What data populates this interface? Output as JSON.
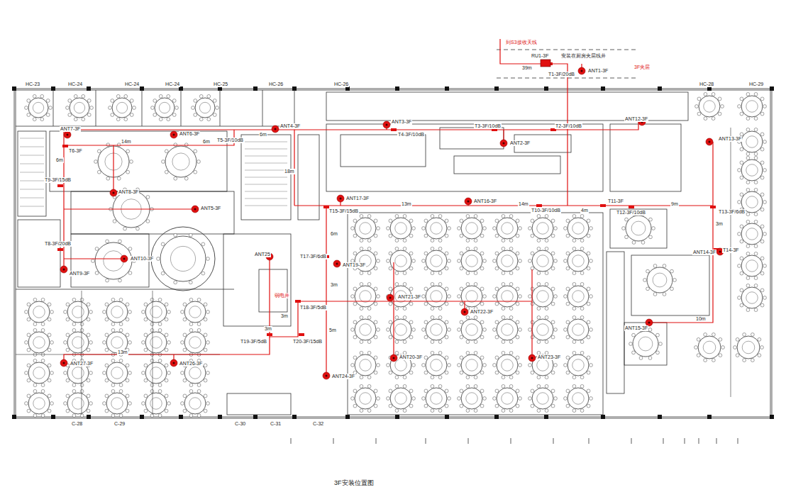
{
  "diagram": {
    "caption": "3F安装位置图",
    "labels": [
      "到S3接收天线",
      "RU1-3F",
      "安装在厨房夹层线井",
      "39m",
      "T1-3F/20dB",
      "ANT1-3F",
      "3F夹层",
      "ANT7-3F",
      "ANT6-3F",
      "ANT4-3F",
      "T5-3F/10dB",
      "14m",
      "6m",
      "6m",
      "T6-3F",
      "6m",
      "ANT8-3F",
      "ANT5-3F",
      "T9-3F/15dB",
      "T8-3F/20dB",
      "ANT10-3F",
      "ANT9-3F",
      "ANT3-3F",
      "T4-3F/10dB",
      "T3-3F/10dB",
      "ANT2-3F",
      "T2-3F/10dB",
      "ANT12-3F",
      "ANT13-3F",
      "18m",
      "ANT17-3F",
      "T15-3F/15dB",
      "13m",
      "ANT16-3F",
      "14m",
      "T10-3F/10dB",
      "4m",
      "T11-3F",
      "T12-3F/10dB",
      "9m",
      "T13-3F/6dB",
      "3m",
      "6m",
      "ANT14-3F",
      "T14-3F",
      "T17-3F/6dB",
      "ANT19-3F",
      "3m",
      "ANT25",
      "弱电井",
      "T18-3F/5dB",
      "ANT21-3F",
      "ANT22-3F",
      "ANT15-3F",
      "10m",
      "3m",
      "3m",
      "T19-3F/5dB",
      "T20-3F/15dB",
      "5m",
      "13m",
      "ANT27-3F",
      "ANT26-3F",
      "ANT20-3F",
      "ANT23-3F",
      "ANT24-3F",
      "HC-23",
      "HC-24",
      "HC-24",
      "HC-24",
      "HC-25",
      "HC-26",
      "HC-26",
      "HC-28",
      "HC-29",
      "C-28",
      "C-29",
      "C-30",
      "C-31",
      "C-32"
    ]
  }
}
